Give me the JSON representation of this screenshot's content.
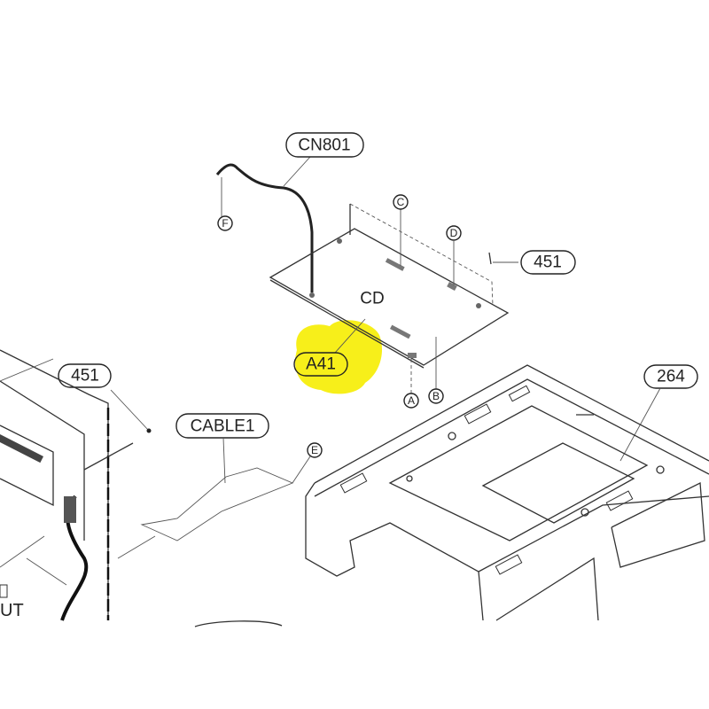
{
  "diagram": {
    "highlight_color": "#f7ef1a",
    "callouts": {
      "cn801": "CN801",
      "screw_right": "451",
      "screw_left": "451",
      "cable1": "CABLE1",
      "chassis": "264",
      "board": "A41",
      "board_name": "CD"
    },
    "connectors": {
      "a": "A",
      "b": "B",
      "c": "C",
      "d": "D",
      "e": "E",
      "f": "F"
    },
    "fragments": {
      "ut": "UT"
    }
  }
}
